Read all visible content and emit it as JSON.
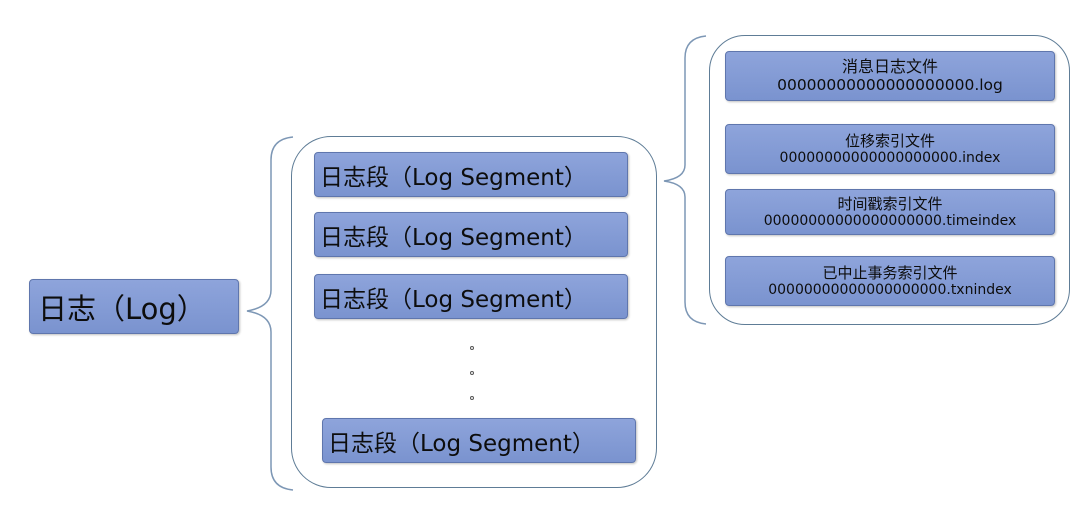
{
  "root": {
    "label": "日志（Log）"
  },
  "segments": [
    {
      "label": "日志段（Log Segment）"
    },
    {
      "label": "日志段（Log Segment）"
    },
    {
      "label": "日志段（Log Segment）"
    },
    {
      "label": "日志段（Log Segment）"
    }
  ],
  "ellipsis": "。",
  "files": [
    {
      "name": "消息日志文件",
      "filename": "00000000000000000000.log"
    },
    {
      "name": "位移索引文件",
      "filename": "00000000000000000000.index"
    },
    {
      "name": "时间戳索引文件",
      "filename": "00000000000000000000.timeindex"
    },
    {
      "name": "已中止事务索引文件",
      "filename": "00000000000000000000.txnindex"
    }
  ],
  "colors": {
    "box_fill": "#8299d3",
    "box_border": "#5f76ad",
    "bracket": "#7d97b5",
    "container_border": "#5e7c96"
  }
}
